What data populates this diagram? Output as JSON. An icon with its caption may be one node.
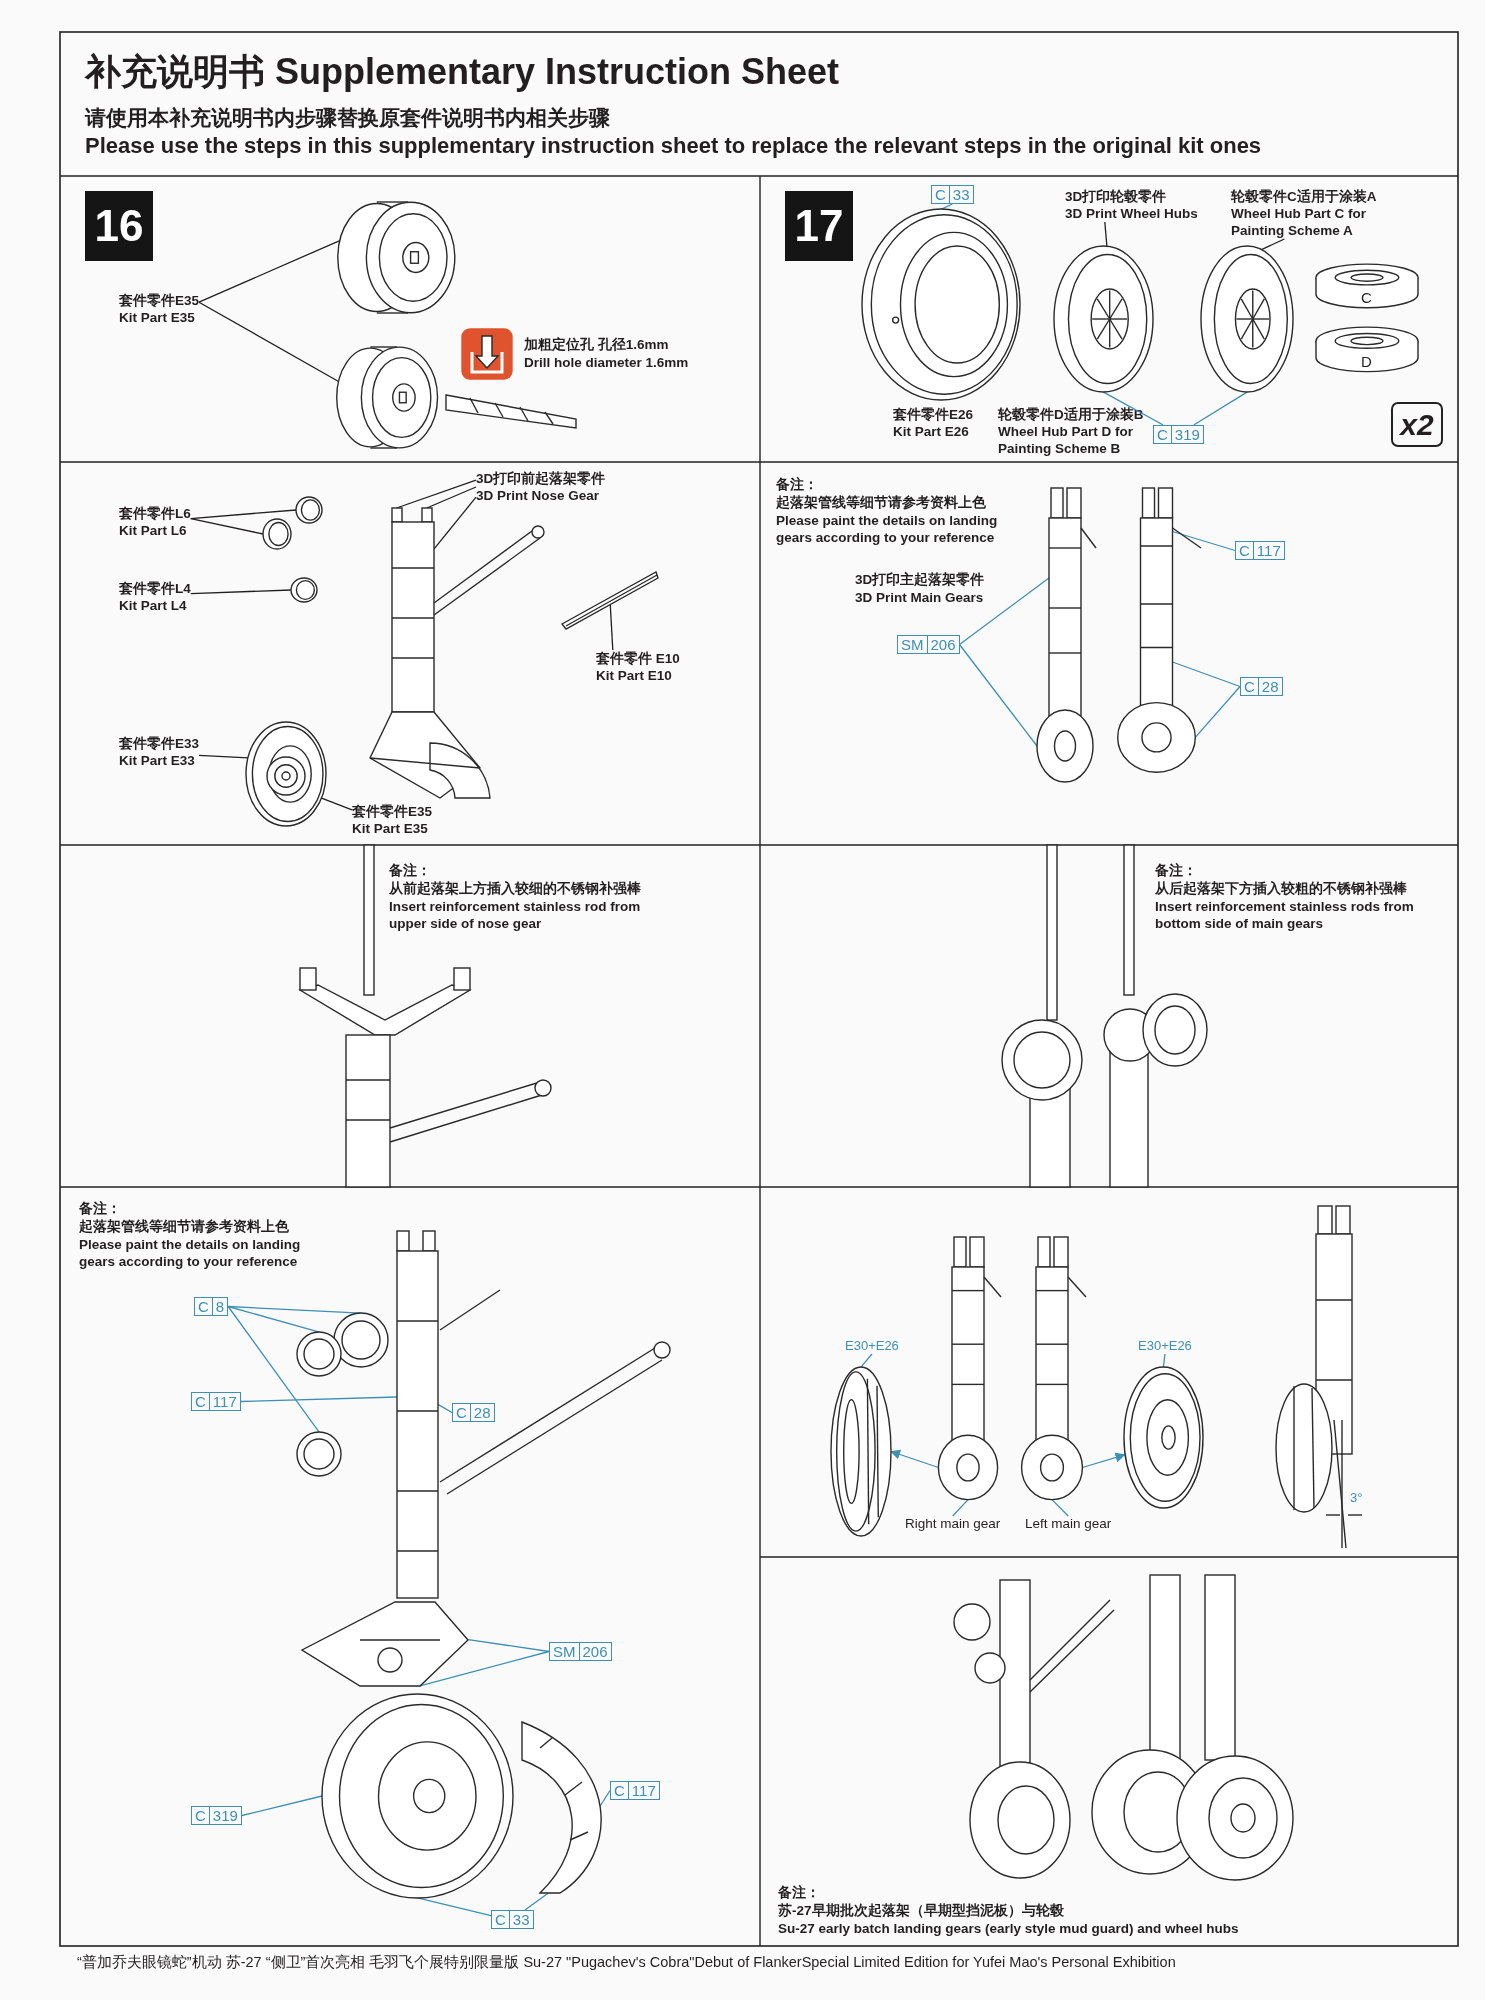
{
  "diagram": {
    "title": "补充说明书 Supplementary Instruction Sheet",
    "nodes": [
      {
        "text": [
          "16"
        ]
      },
      {
        "text": [
          "套件零件E35",
          "Kit Part E35"
        ]
      },
      {
        "text": [],
        "shape": "picture"
      },
      {
        "text": [],
        "shape": "picture"
      },
      {
        "text": [
          "17"
        ]
      },
      {
        "text": [
          "C",
          "33"
        ]
      },
      {
        "text": [],
        "shape": "picture",
        "beside": [
          "套件零件E26",
          "Kit Part E26"
        ]
      },
      {
        "text": [
          "3D打印轮毂零件",
          "3D Print Wheel Hubs"
        ]
      },
      {
        "text": [
          "轮毂零件C适用于涂装A",
          "Wheel Hub Part C for Painting Scheme A"
        ]
      },
      {
        "text": [],
        "shape": "picture"
      },
      {
        "text": [],
        "shape": "picture"
      },
      {
        "text": [
          "C"
        ]
      },
      {
        "text": [
          "D"
        ]
      },
      {
        "text": [
          "C",
          "319"
        ]
      },
      {
        "text": [
          "x2"
        ]
      },
      {
        "text": [
          "3D打印前起落架零件",
          "3D Print Nose Gear"
        ]
      },
      {
        "text": [
          "套件零件L6",
          "Kit Part L6"
        ]
      },
      {
        "text": [],
        "shape": "picture"
      },
      {
        "text": [],
        "shape": "picture"
      },
      {
        "text": [
          "套件零件L4",
          "Kit Part L4"
        ]
      },
      {
        "text": [],
        "shape": "picture"
      },
      {
        "text": [],
        "shape": "picture"
      },
      {
        "text": [
          "套件零件 E10",
          "Kit Part E10"
        ]
      },
      {
        "text": [],
        "shape": "picture"
      },
      {
        "text": [
          "套件零件E33",
          "Kit Part E33"
        ]
      },
      {
        "text": [],
        "shape": "picture"
      },
      {
        "text": [],
        "shape": "picture",
        "in": 25
      },
      {
        "text": [
          "套件零件E35",
          "Kit Part E35"
        ]
      },
      {
        "text": [],
        "shape": "picture"
      },
      {
        "text": [],
        "shape": "picture"
      },
      {
        "text": [
          "C",
          "117"
        ]
      },
      {
        "text": [
          "SM",
          "206"
        ]
      },
      {
        "text": [
          "C",
          "28"
        ]
      },
      {
        "text": [
          "C",
          "8"
        ]
      },
      {
        "text": [
          "C",
          "117"
        ]
      },
      {
        "text": [
          "C",
          "28"
        ]
      },
      {
        "text": [],
        "shape": "picture"
      },
      {
        "text": [],
        "shape": "picture"
      },
      {
        "text": [
          "SM",
          "206"
        ]
      },
      {
        "text": [],
        "shape": "picture"
      },
      {
        "text": [
          "C",
          "117"
        ]
      },
      {
        "text": [],
        "shape": "picture"
      },
      {
        "text": [
          "C",
          "319"
        ]
      },
      {
        "text": [],
        "shape": "picture"
      },
      {
        "text": [
          "C",
          "33"
        ]
      },
      {
        "text": [
          "E30+E26"
        ]
      },
      {
        "text": [],
        "shape": "picture"
      },
      {
        "text": [],
        "shape": "picture"
      },
      {
        "text": [],
        "shape": "picture"
      },
      {
        "text": [],
        "shape": "picture"
      },
      {
        "text": [
          "E30+E26"
        ]
      },
      {
        "text": [
          "Right main gear"
        ]
      },
      {
        "text": [
          "Left main gear"
        ]
      }
    ],
    "edges": [
      {
        "from": 1,
        "to": 2,
        "arrow": "none",
        "color": "#231f20"
      },
      {
        "from": 1,
        "to": 3,
        "arrow": "none",
        "color": "#231f20"
      },
      {
        "from": 5,
        "to": 6,
        "arrow": "none"
      },
      {
        "from": 7,
        "to": 9,
        "arrow": "none",
        "color": "#231f20"
      },
      {
        "from": 8,
        "to": 10,
        "arrow": "none",
        "color": "#231f20"
      },
      {
        "from": 13,
        "to": 9,
        "arrow": "none"
      },
      {
        "from": 13,
        "to": 10,
        "arrow": "none"
      },
      {
        "from": 16,
        "to": 17,
        "arrow": "none",
        "color": "#231f20"
      },
      {
        "from": 16,
        "to": 18,
        "arrow": "none",
        "color": "#231f20"
      },
      {
        "from": 19,
        "to": 20,
        "arrow": "none",
        "color": "#231f20"
      },
      {
        "from": 15,
        "to": 21,
        "arrow": "none",
        "color": "#231f20"
      },
      {
        "from": 15,
        "to": 21,
        "arrow": "none",
        "color": "#231f20"
      },
      {
        "from": 15,
        "to": 21,
        "arrow": "none",
        "color": "#231f20"
      },
      {
        "from": 22,
        "to": 23,
        "arrow": "none",
        "color": "#231f20"
      },
      {
        "from": 24,
        "to": 25,
        "arrow": "none",
        "color": "#231f20"
      },
      {
        "from": 27,
        "to": 26,
        "arrow": "none",
        "color": "#231f20"
      },
      {
        "from": 30,
        "to": 29,
        "arrow": "none"
      },
      {
        "from": 31,
        "to": 28,
        "arrow": "none"
      },
      {
        "from": 31,
        "to": 28,
        "arrow": "none"
      },
      {
        "from": 32,
        "to": 29,
        "arrow": "none"
      },
      {
        "from": 32,
        "to": 29,
        "arrow": "none"
      },
      {
        "from": 33,
        "to": 36,
        "arrow": "none"
      },
      {
        "from": 33,
        "to": 36,
        "arrow": "none"
      },
      {
        "from": 33,
        "to": 36,
        "arrow": "none"
      },
      {
        "from": 34,
        "to": 37,
        "arrow": "none"
      },
      {
        "from": 35,
        "to": 37,
        "arrow": "none"
      },
      {
        "from": 38,
        "to": 39,
        "arrow": "none"
      },
      {
        "from": 38,
        "to": 39,
        "arrow": "none"
      },
      {
        "from": 40,
        "to": 41,
        "arrow": "none"
      },
      {
        "from": 42,
        "to": 43,
        "arrow": "none"
      },
      {
        "from": 44,
        "to": 43,
        "arrow": "none"
      },
      {
        "from": 44,
        "to": 41,
        "arrow": "none"
      },
      {
        "from": 45,
        "to": 46,
        "arrow": "none"
      },
      {
        "from": 50,
        "to": 49,
        "arrow": "none"
      },
      {
        "from": 47,
        "to": 46,
        "arrow": "to"
      },
      {
        "from": 48,
        "to": 49,
        "arrow": "to"
      },
      {
        "from": 51,
        "to": 47,
        "arrow": "none"
      },
      {
        "from": 52,
        "to": 48,
        "arrow": "none"
      }
    ],
    "labels": [
      "请使用本补充说明书内步骤替换原套件说明书内相关步骤",
      "Please use the steps in this supplementary instruction sheet to replace the relevant steps in the original kit ones",
      "加粗定位孔 孔径1.6mm",
      "Drill hole diameter 1.6mm",
      "轮毂零件D适用于涂装B",
      "Wheel Hub Part D for Painting Scheme B",
      "备注：",
      "起落架管线等细节请参考资料上色",
      "Please paint the details on landing gears according to your reference",
      "3D打印主起落架零件",
      "3D Print Main Gears",
      "备注：",
      "从前起落架上方插入较细的不锈钢补强棒",
      "Insert reinforcement stainless rod from upper side of nose gear",
      "备注：",
      "从后起落架下方插入较粗的不锈钢补强棒",
      "Insert reinforcement stainless rods from bottom side of main gears",
      "备注：",
      "起落架管线等细节请参考资料上色",
      "Please paint the details on landing gears according to your reference",
      "3°",
      "备注：",
      "苏-27早期批次起落架（早期型挡泥板）与轮毂",
      "Su-27 early batch landing gears (early style mud guard) and wheel hubs",
      "“普加乔夫眼镜蛇”机动 苏-27 “侧卫”首次亮相 毛羽飞个展特别限量版 Su-27 \"Pugachev's Cobra\"Debut of FlankerSpecial Limited Edition for Yufei Mao's Personal Exhibition"
    ]
  }
}
